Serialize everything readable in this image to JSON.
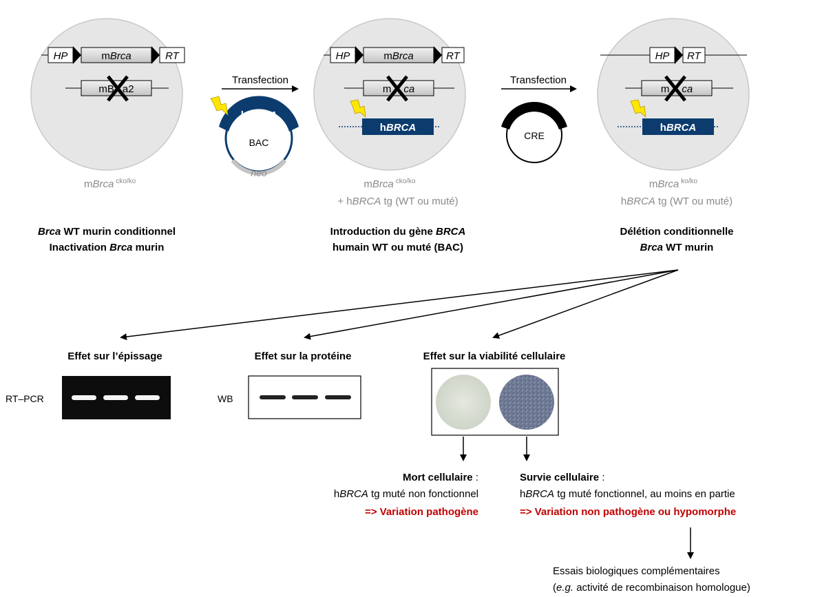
{
  "colors": {
    "nucleus_fill": "#e6e6e6",
    "human_gene": "#0c3c6e",
    "gene_box_gray": "#d4d4d4",
    "pathogenic_red": "#c00000",
    "genotype_gray": "#8a8a8a",
    "lightning": "#ffe600"
  },
  "icons": [
    "lightning-bolt-icon",
    "cross-icon",
    "loxp-triangle-icon",
    "arrow-icon"
  ],
  "stage1": {
    "hp": "HP",
    "rt": "RT",
    "gene_prefix": "m",
    "gene_italic": "Brca",
    "deleted_gene_a": "mB",
    "deleted_gene_b": "a2",
    "genotype_prefix": "m",
    "genotype_italic": "Brca",
    "genotype_sup": "cko/ko",
    "title_line1_italic": "Brca",
    "title_line1_rest": " WT murin conditionnel",
    "title_line2_a": "Inactivation ",
    "title_line2_italic": "Brca",
    "title_line2_b": " murin"
  },
  "transfection1": {
    "label": "Transfection",
    "gene_prefix": "h",
    "gene_italic": "BRCA",
    "vector": "BAC",
    "marker": "neo"
  },
  "stage2": {
    "hp": "HP",
    "rt": "RT",
    "gene_prefix": "m",
    "gene_italic": "Brca",
    "deleted_gene_a": "m",
    "deleted_gene_b": "ca",
    "human_prefix": "h",
    "human_italic": "BRCA",
    "genotype_prefix": "m",
    "genotype_italic": "Brca",
    "genotype_sup": "cko/ko",
    "genotype2_a": "+ h",
    "genotype2_italic": "BRCA",
    "genotype2_b": " tg (WT ou muté)",
    "title_line1_a": "Introduction du gène ",
    "title_line1_italic": "BRCA",
    "title_line2": "humain WT ou muté (BAC)"
  },
  "transfection2": {
    "label": "Transfection",
    "plasmid": "CRE"
  },
  "stage3": {
    "hp": "HP",
    "rt": "RT",
    "deleted_gene_a": "m",
    "deleted_gene_b": "ca",
    "human_prefix": "h",
    "human_italic": "BRCA",
    "genotype_prefix": "m",
    "genotype_italic": "Brca",
    "genotype_sup": "ko/ko",
    "genotype2_a": "h",
    "genotype2_italic": "BRCA",
    "genotype2_b": " tg (WT ou muté)",
    "title_line1": "Délétion conditionnelle",
    "title_line2_italic": "Brca",
    "title_line2_b": " WT murin"
  },
  "assays": {
    "splicing_title": "Effet sur l’épissage",
    "splicing_method": "RT–PCR",
    "protein_title": "Effet sur la protéine",
    "protein_method": "WB",
    "viability_title": "Effet sur la viabilité cellulaire"
  },
  "outcomes": {
    "death_label": "Mort cellulaire",
    "death_colon": " :",
    "death_desc_a": "h",
    "death_desc_italic": "BRCA",
    "death_desc_b": " tg muté non fonctionnel",
    "death_conclusion": "=> Variation pathogène",
    "survival_label": "Survie cellulaire",
    "survival_colon": " :",
    "survival_desc_a": "h",
    "survival_desc_italic": "BRCA",
    "survival_desc_b": " tg muté fonctionnel, au moins en partie",
    "survival_conclusion": "=> Variation non pathogène ou hypomorphe",
    "followup_line1": "Essais biologiques complémentaires",
    "followup_line2_a": "(",
    "followup_line2_italic": "e.g.",
    "followup_line2_b": " activité de recombinaison homologue)"
  }
}
